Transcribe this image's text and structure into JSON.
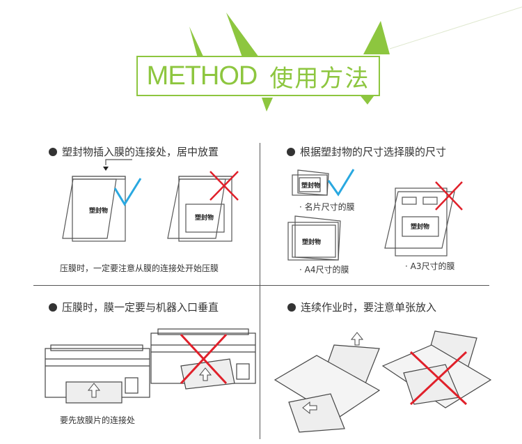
{
  "header": {
    "title_en": "METHOD",
    "title_cn": "使用方法"
  },
  "colors": {
    "accent": "#8dc63f",
    "check": "#29a8e0",
    "cross": "#e0202a"
  },
  "sections": [
    {
      "heading": "塑封物插入膜的连接处，居中放置",
      "caption": "压膜时，一定要注意从膜的连接处开始压膜",
      "item_label": "塑封物"
    },
    {
      "heading": "根据塑封物的尺寸选择膜的尺寸",
      "options": [
        "· 名片尺寸的膜",
        "· A4尺寸的膜",
        "· A3尺寸的膜"
      ],
      "item_label": "塑封物"
    },
    {
      "heading": "压膜时，膜一定要与机器入口垂直",
      "caption": "要先放膜片的连接处"
    },
    {
      "heading": "连续作业时，要注意单张放入"
    }
  ]
}
